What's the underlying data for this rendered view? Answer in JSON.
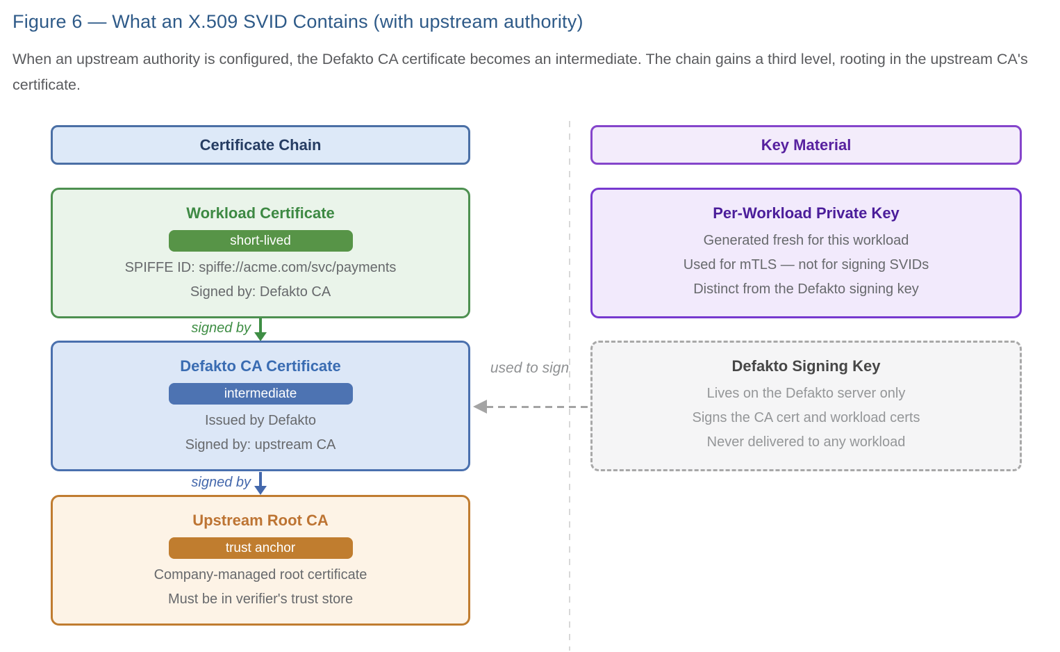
{
  "figure": {
    "title": "Figure 6 — What an X.509 SVID Contains (with upstream authority)",
    "subtitle": "When an upstream authority is configured, the Defakto CA certificate becomes an intermediate. The chain gains a third level, rooting in the upstream CA's certificate."
  },
  "chain": {
    "header": "Certificate Chain",
    "workload": {
      "title": "Workload Certificate",
      "badge": "short-lived",
      "line1": "SPIFFE ID: spiffe://acme.com/svc/payments",
      "line2": "Signed by: Defakto CA"
    },
    "arrow1_label": "signed by",
    "ca": {
      "title": "Defakto CA Certificate",
      "badge": "intermediate",
      "line1": "Issued by Defakto",
      "line2": "Signed by: upstream CA"
    },
    "arrow2_label": "signed by",
    "root": {
      "title": "Upstream Root CA",
      "badge": "trust anchor",
      "line1": "Company-managed root certificate",
      "line2": "Must be in verifier's trust store"
    }
  },
  "keys": {
    "header": "Key Material",
    "workload_key": {
      "title": "Per-Workload Private Key",
      "line1": "Generated fresh for this workload",
      "line2": "Used for mTLS — not for signing SVIDs",
      "line3": "Distinct from the Defakto signing key"
    },
    "signing_key": {
      "title": "Defakto Signing Key",
      "line1": "Lives on the Defakto server only",
      "line2": "Signs the CA cert and workload certs",
      "line3": "Never delivered to any workload"
    },
    "cross_arrow_label": "used to sign"
  },
  "colors": {
    "figure_title": "#2e5a88",
    "body_text": "#67696c",
    "chain_header_bg": "#dde9f8",
    "chain_header_border": "#4a6fa5",
    "green_border": "#4d9050",
    "green_bg": "#eaf4ea",
    "green_badge": "#579447",
    "blue_border": "#4a70ae",
    "blue_bg": "#dce7f7",
    "blue_badge": "#4d73b2",
    "orange_border": "#c07c30",
    "orange_bg": "#fdf3e6",
    "orange_badge": "#c07d2f",
    "purple_border": "#7739cf",
    "purple_bg": "#f2eafc",
    "purple_title": "#4b1d9a",
    "keys_header_border": "#8545cb",
    "keys_header_bg": "#f3ecfb",
    "gray_dashed_border": "#a8a8a8",
    "gray_bg": "#f5f5f6",
    "arrow_gray": "#a4a4a4"
  }
}
